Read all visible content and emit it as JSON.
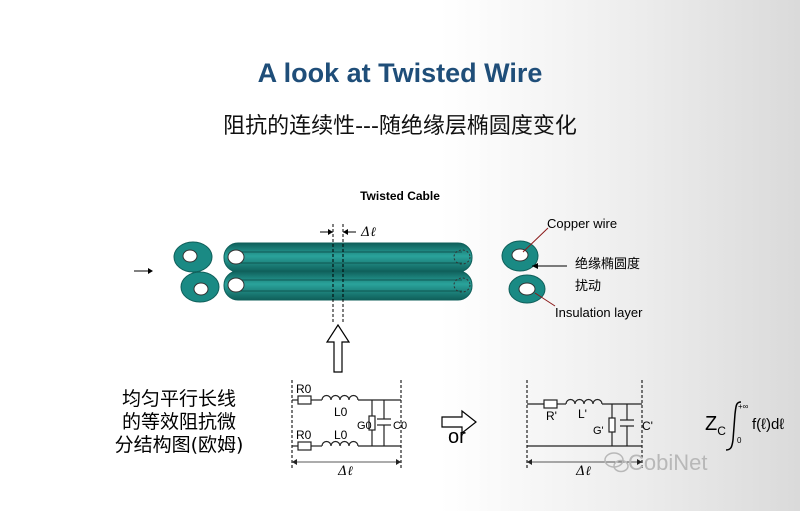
{
  "title": "A look at Twisted Wire",
  "subtitle": "阻抗的连续性---随绝缘层椭圆度变化",
  "diagram": {
    "cable_label": "Twisted Cable",
    "delta_symbol": "Δℓ",
    "copper_wire_label": "Copper wire",
    "insulation_distortion_label": "绝缘椭圆度扰动",
    "insulation_layer_label": "Insulation layer",
    "model_description": "均匀平行长线的等效阻抗微分结构图(欧姆)",
    "or_label": "or",
    "left_circuit": {
      "r_top": "R0",
      "l_top": "L0",
      "r_bottom": "R0",
      "l_bottom": "L0",
      "g": "G0",
      "c": "C0",
      "delta": "Δℓ"
    },
    "right_circuit": {
      "r": "R'",
      "l": "L'",
      "g": "G'",
      "c": "C'",
      "delta": "Δℓ"
    },
    "formula": {
      "lhs": "Z",
      "lhs_sub": "C",
      "upper_limit": "+∞",
      "lower_limit": "0",
      "integrand": "f(ℓ)dℓ"
    }
  },
  "watermark": "CobiNet",
  "colors": {
    "title": "#1f4e79",
    "insulation": "#1a8a84",
    "insulation_dark": "#0f5f5a",
    "circuit": "#222222"
  }
}
